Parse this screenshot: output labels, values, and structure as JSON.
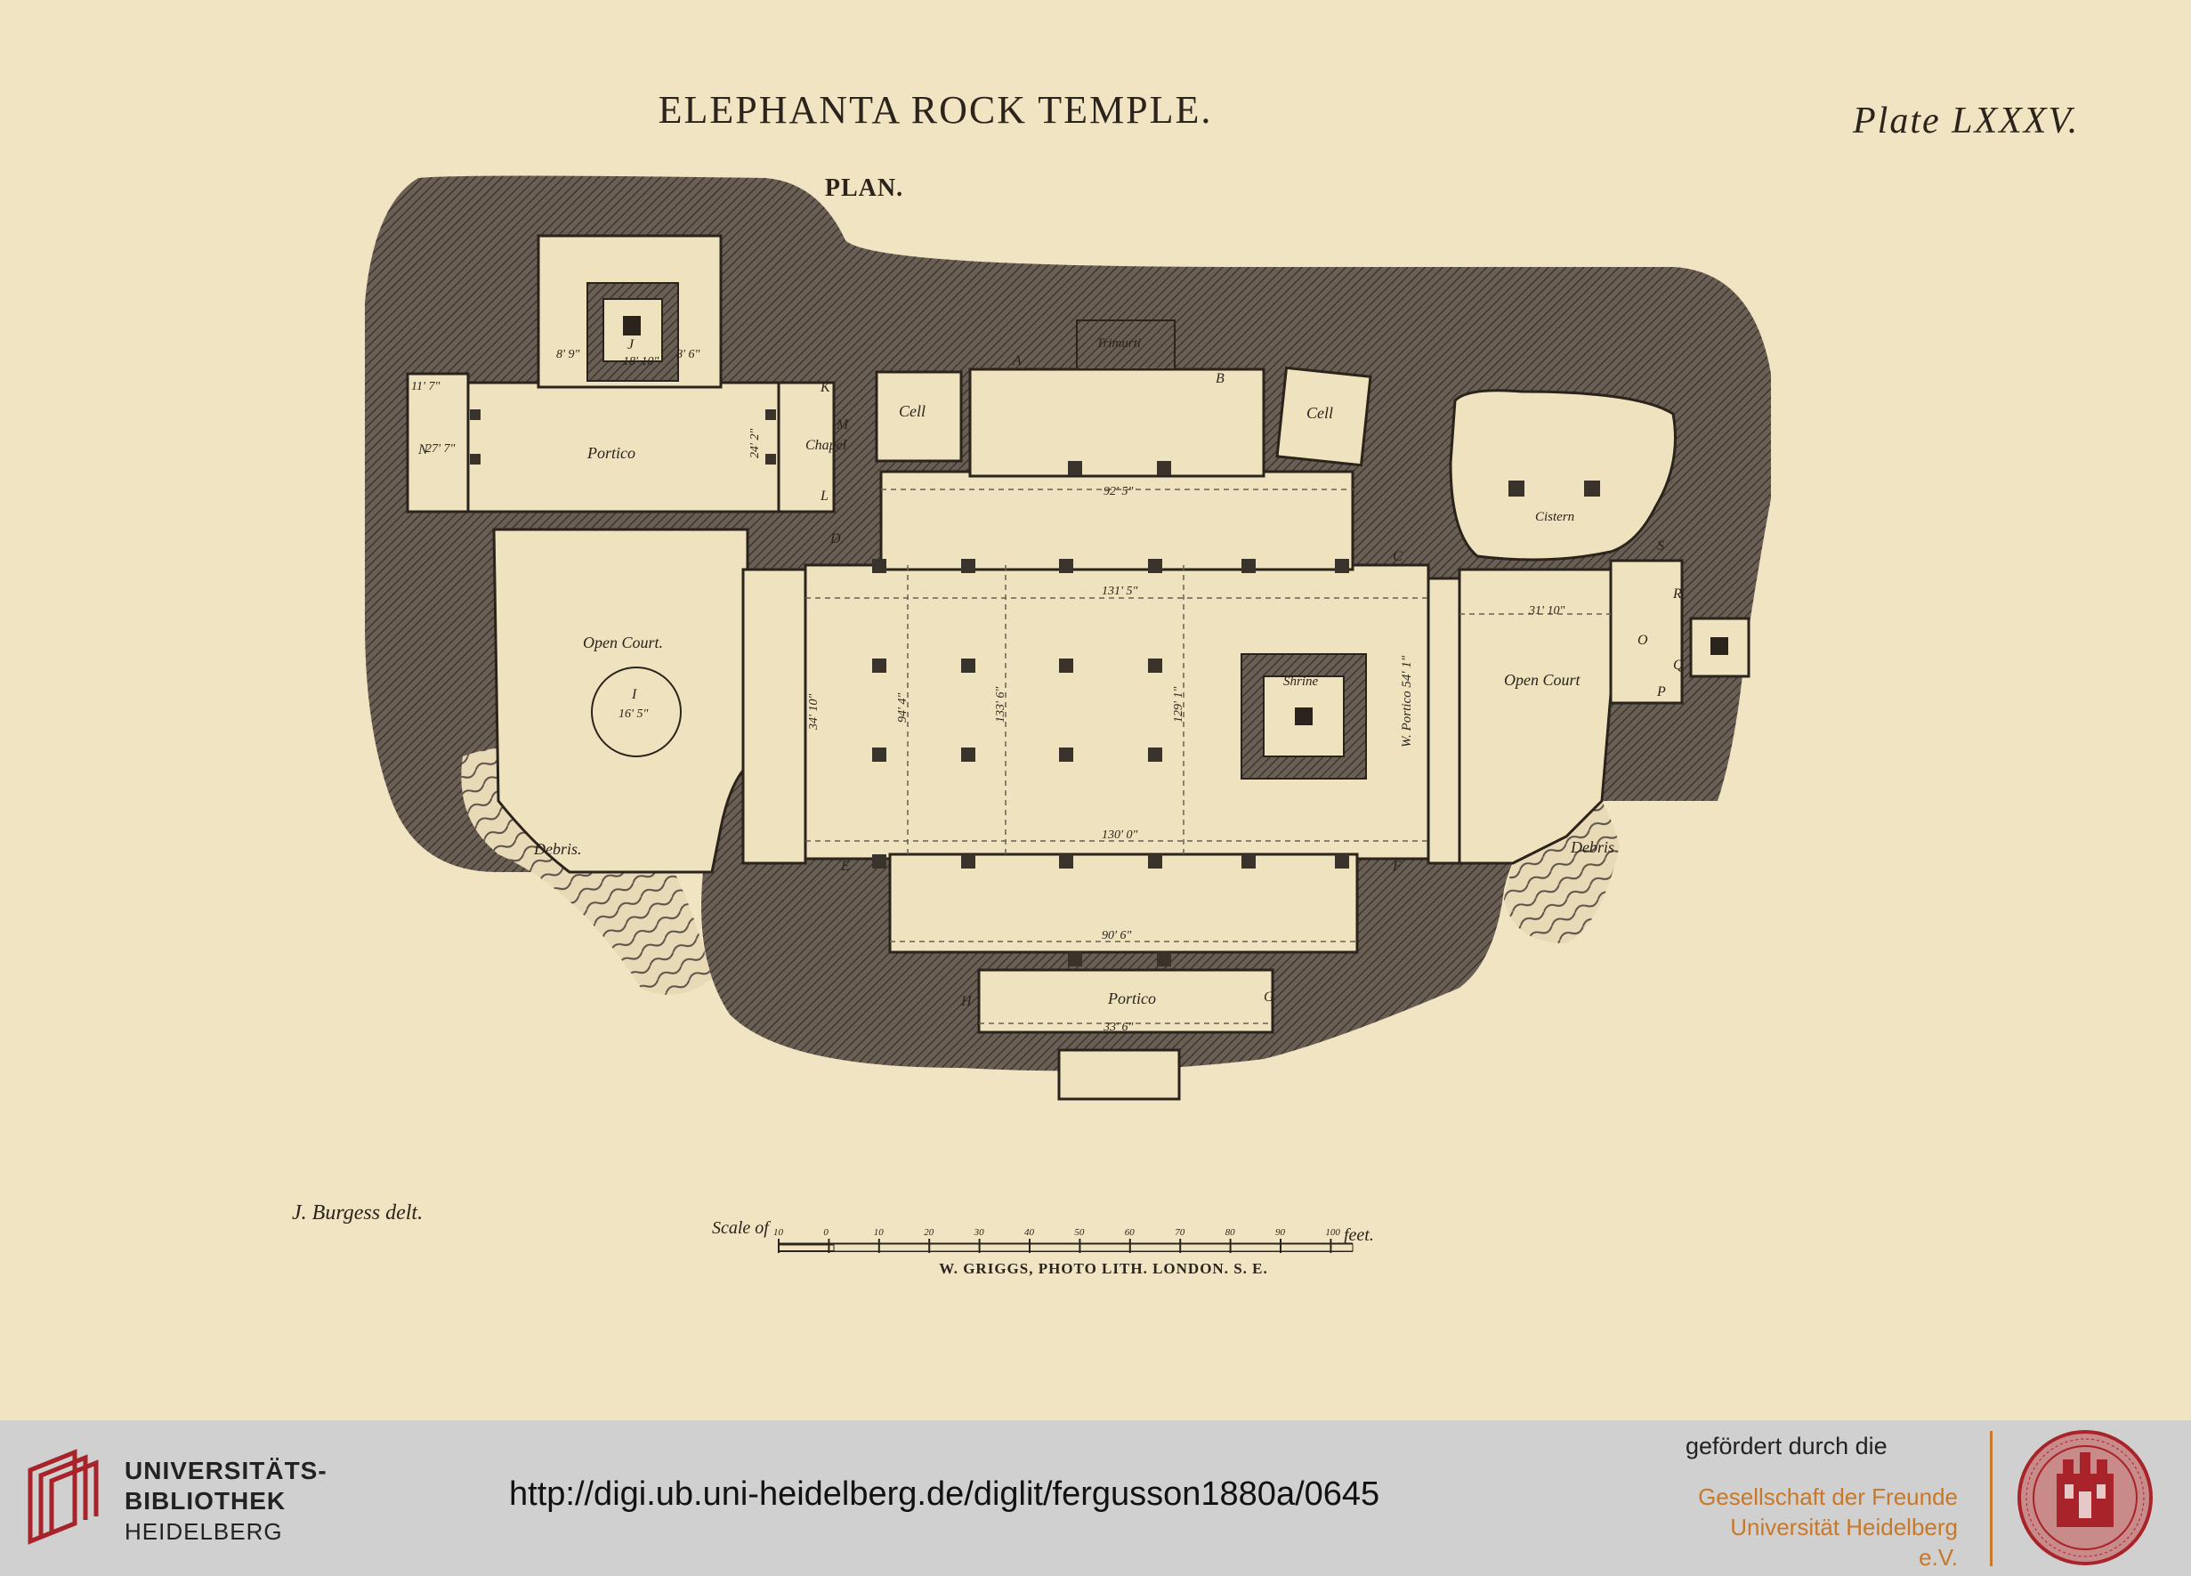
{
  "plate": {
    "title": "ELEPHANTA ROCK TEMPLE.",
    "subtitle": "PLAN.",
    "plate_number": "Plate LXXXV.",
    "delineator": "J. Burgess delt.",
    "printer": "W. GRIGGS, PHOTO LITH. LONDON. S. E."
  },
  "plan_labels": {
    "cell_left": "Cell",
    "cell_right": "Cell",
    "trimurti": "Trimurti",
    "portico_east": "Portico",
    "chapel": "Chapel",
    "open_court_east": "Open Court.",
    "open_court_west": "Open Court",
    "cistern": "Cistern",
    "shrine": "Shrine",
    "w_portico": "W. Portico 54' 1\"",
    "portico_north": "Portico",
    "debris_left": "Debris.",
    "debris_right": "Debris",
    "dim_92": "92' 5\"",
    "dim_131": "131' 5\"",
    "dim_130": "130' 0\"",
    "dim_90": "90' 6\"",
    "dim_33": "33' 6\"",
    "dim_31": "31' 10\"",
    "dim_16": "16' 5\"",
    "dim_18": "18' 10\"",
    "dim_8_9": "8' 9\"",
    "dim_8_6": "8' 6\"",
    "dim_27": "27' 7\"",
    "dim_11": "11' 7\"",
    "dim_24": "24' 2\"",
    "dim_34": "34' 10\"",
    "dim_94": "94' 4\"",
    "dim_133": "133' 6\"",
    "dim_129": "129' 1\"",
    "letter_A": "A",
    "letter_B": "B",
    "letter_C": "C",
    "letter_D": "D",
    "letter_E": "E",
    "letter_F": "F",
    "letter_G": "G",
    "letter_H": "H",
    "letter_J": "J",
    "letter_K": "K",
    "letter_L": "L",
    "letter_M": "M",
    "letter_N": "N",
    "letter_I": "I",
    "letter_S": "S",
    "letter_R": "R",
    "letter_O": "O",
    "letter_Q": "Q",
    "letter_P": "P"
  },
  "scale": {
    "prefix": "Scale of",
    "ticks": [
      "10",
      "0",
      "10",
      "20",
      "30",
      "40",
      "50",
      "60",
      "70",
      "80",
      "90",
      "100"
    ],
    "unit": "feet."
  },
  "footer": {
    "library_line1": "UNIVERSITÄTS-",
    "library_line2": "BIBLIOTHEK",
    "library_line3": "HEIDELBERG",
    "url": "http://digi.ub.uni-heidelberg.de/diglit/fergusson1880a/0645",
    "sponsor_lead": "gefördert durch die",
    "sponsor_line1": "Gesellschaft der Freunde",
    "sponsor_line2": "Universität Heidelberg e.V."
  },
  "colors": {
    "paper": "#f1e4c2",
    "rock": "#5a5048",
    "ink": "#2a241c",
    "footer_bg": "#d0d0d0",
    "logo_red": "#a8232a",
    "sponsor_orange": "#c8782a"
  }
}
